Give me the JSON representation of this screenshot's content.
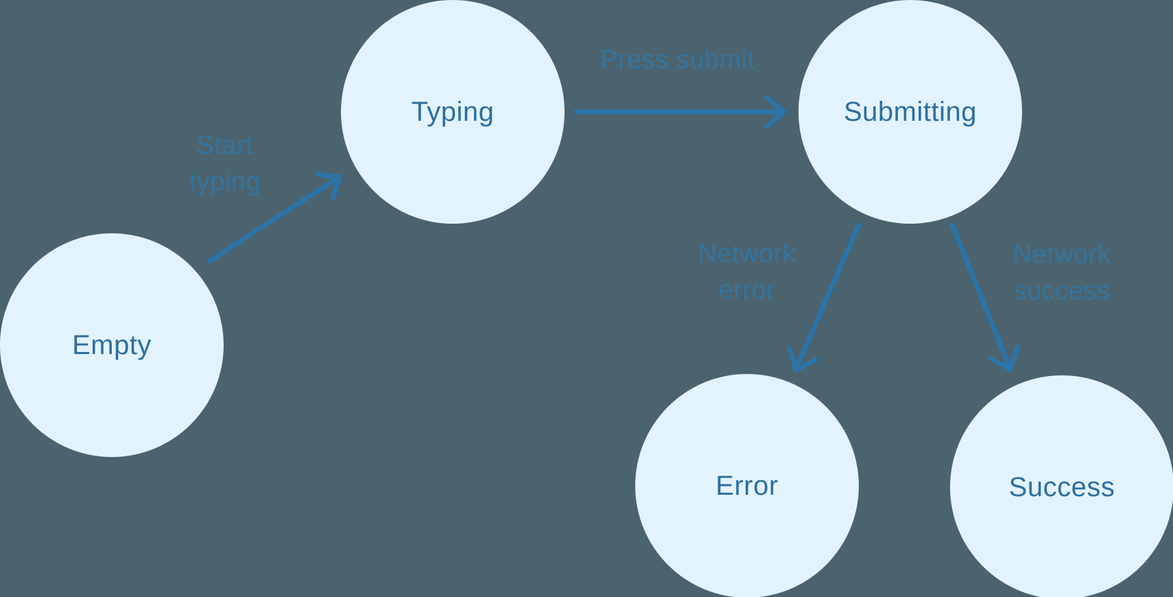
{
  "colors": {
    "background": "#4b636e",
    "node_fill": "#e3f3fd",
    "node_text": "#2d6f9f",
    "arrow": "#2c74a8",
    "edge_label_text": "#35749e"
  },
  "diagram": {
    "type": "state-machine",
    "nodes": [
      {
        "id": "empty",
        "label": "Empty"
      },
      {
        "id": "typing",
        "label": "Typing"
      },
      {
        "id": "submitting",
        "label": "Submitting"
      },
      {
        "id": "error",
        "label": "Error"
      },
      {
        "id": "success",
        "label": "Success"
      }
    ],
    "edges": [
      {
        "id": "start-typing",
        "from": "empty",
        "to": "typing",
        "label": "Start typing",
        "label_lines": [
          "Start",
          "typing"
        ]
      },
      {
        "id": "press-submit",
        "from": "typing",
        "to": "submitting",
        "label": "Press submit",
        "label_lines": [
          "Press submit"
        ]
      },
      {
        "id": "network-error",
        "from": "submitting",
        "to": "error",
        "label": "Network error",
        "label_lines": [
          "Network",
          "error"
        ]
      },
      {
        "id": "network-success",
        "from": "submitting",
        "to": "success",
        "label": "Network success",
        "label_lines": [
          "Network",
          "success"
        ]
      }
    ]
  }
}
